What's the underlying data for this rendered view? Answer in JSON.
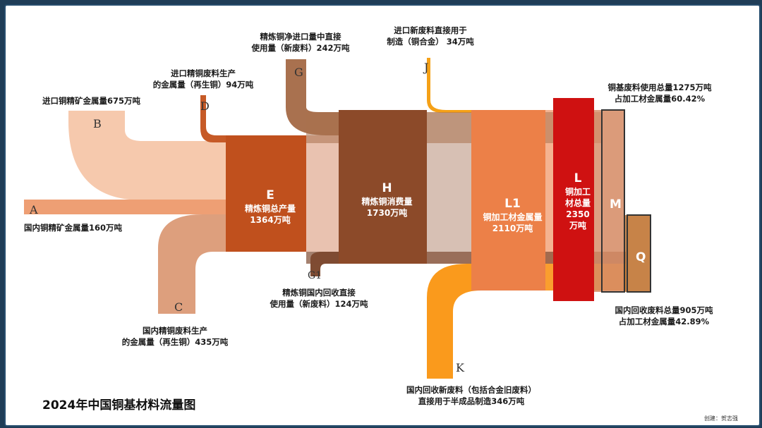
{
  "title": "2024年中国铜基材料流量图",
  "credit": "创建：贺志强",
  "nodes": {
    "A": {
      "letter": "A"
    },
    "B": {
      "letter": "B"
    },
    "C": {
      "letter": "C"
    },
    "D": {
      "letter": "D"
    },
    "G": {
      "letter": "G"
    },
    "J": {
      "letter": "J"
    },
    "G1": {
      "letter": "G1"
    },
    "K": {
      "letter": "K"
    },
    "E": {
      "letter": "E",
      "line1": "精炼铜总产量",
      "line2": "1364万吨"
    },
    "H": {
      "letter": "H",
      "line1": "精炼铜消费量",
      "line2": "1730万吨"
    },
    "L1": {
      "letter": "L1",
      "line1": "铜加工材金属量",
      "line2": "2110万吨"
    },
    "L": {
      "letter": "L",
      "line1": "铜加工",
      "line2": "材总量",
      "line3": "2350",
      "line4": "万吨"
    },
    "M": {
      "letter": "M"
    },
    "Q": {
      "letter": "Q"
    }
  },
  "labels": {
    "A": "国内铜精矿金属量160万吨",
    "B": "进口铜精矿金属量675万吨",
    "C1": "国内精铜废料生产",
    "C2": "的金属量（再生铜）435万吨",
    "D1": "进口精铜废料生产",
    "D2": "的金属量（再生铜）94万吨",
    "G1a": "精炼铜净进口量中直接",
    "G1b": "使用量（新废料）242万吨",
    "J1": "进口新废料直接用于",
    "J2": "制造（铜合金） 34万吨",
    "Ga": "精炼铜国内回收直接",
    "Gb": "使用量（新废料）124万吨",
    "K1": "国内回收新废料（包括合金旧废料）",
    "K2": "直接用于半成品制造346万吨",
    "M1": "铜基废料使用总量1275万吨",
    "M2": "占加工材金属量60.42%",
    "Q1": "国内回收废料总量905万吨",
    "Q2": "占加工材金属量42.89%"
  },
  "colors": {
    "A": "#ee9f74",
    "B": "#f6c9ad",
    "C": "#dd9f7d",
    "D": "#c65a27",
    "G": "#a9714f",
    "J": "#f5a117",
    "G1": "#7f4c32",
    "K": "#fa9a1c",
    "E": "#c0501d",
    "H": "#8c4a29",
    "L1": "#ec8048",
    "L": "#cf1111",
    "M": "#d58a63",
    "Q": "#bd6d28"
  }
}
